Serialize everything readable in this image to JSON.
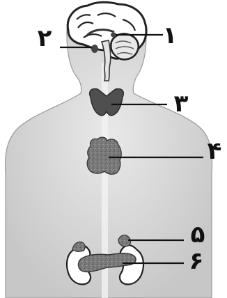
{
  "labels": {
    "pineal": "۱",
    "pituitary": "۲",
    "thyroid": "۳",
    "thymus": "۴",
    "adrenal": "۵",
    "pancreas": "۶"
  }
}
